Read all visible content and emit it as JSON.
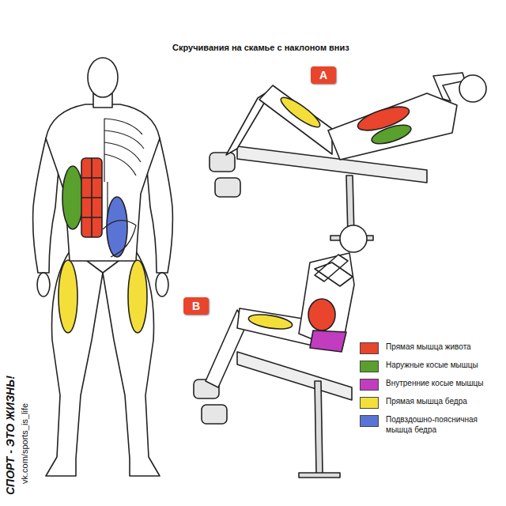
{
  "diagram": {
    "title": "Скручивания на скамье с наклоном вниз",
    "nodes": [
      {
        "text": [
          "A"
        ]
      },
      {
        "text": [
          "B"
        ]
      }
    ],
    "labels": [
      "СПОРТ - ЭТО ЖИЗНЬ!",
      "vk.com/sports_is_life"
    ],
    "legend": [
      {
        "text": "Прямая мышца живота",
        "color": "#e8452c"
      },
      {
        "text": "Наружные косые мышцы",
        "color": "#5aa02c"
      },
      {
        "text": "Внутренние косые мышцы",
        "color": "#c23cbf"
      },
      {
        "text": "Прямая мышца бедра",
        "color": "#f4df3a"
      },
      {
        "text": "Подвздошно-поясничная мышца бедра",
        "color": "#5a74d6"
      }
    ]
  }
}
